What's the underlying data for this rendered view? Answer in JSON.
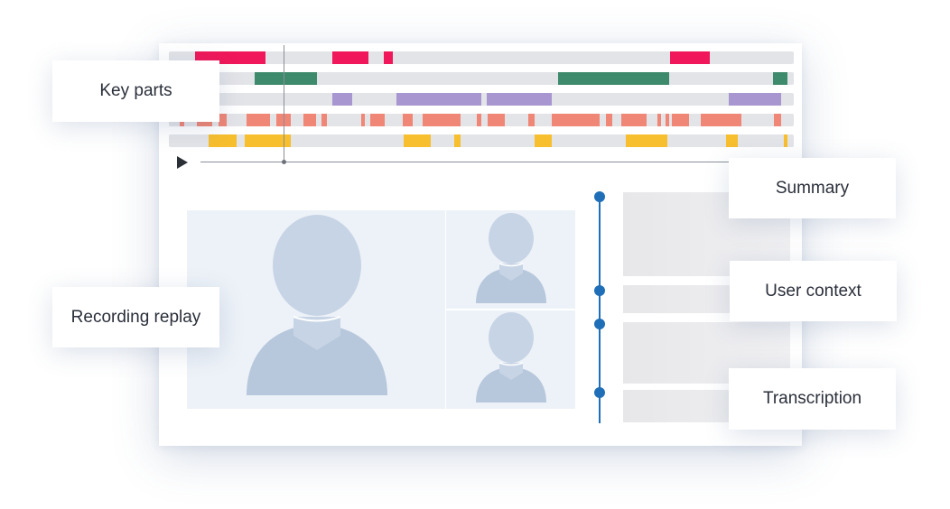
{
  "labels": {
    "key_parts": "Key parts",
    "summary": "Summary",
    "user_context": "User context",
    "recording_replay": "Recording replay",
    "transcription": "Transcription"
  },
  "colors": {
    "red": "#f0175a",
    "green": "#3d8a6c",
    "purple": "#a896d0",
    "salmon": "#f08676",
    "yellow": "#f7be2e",
    "track": "#e3e4e8",
    "accent_blue": "#1f6fb8",
    "avatar": "#c7d4e5"
  },
  "icons": {
    "play": "play-icon",
    "avatar": "person-avatar-icon"
  }
}
